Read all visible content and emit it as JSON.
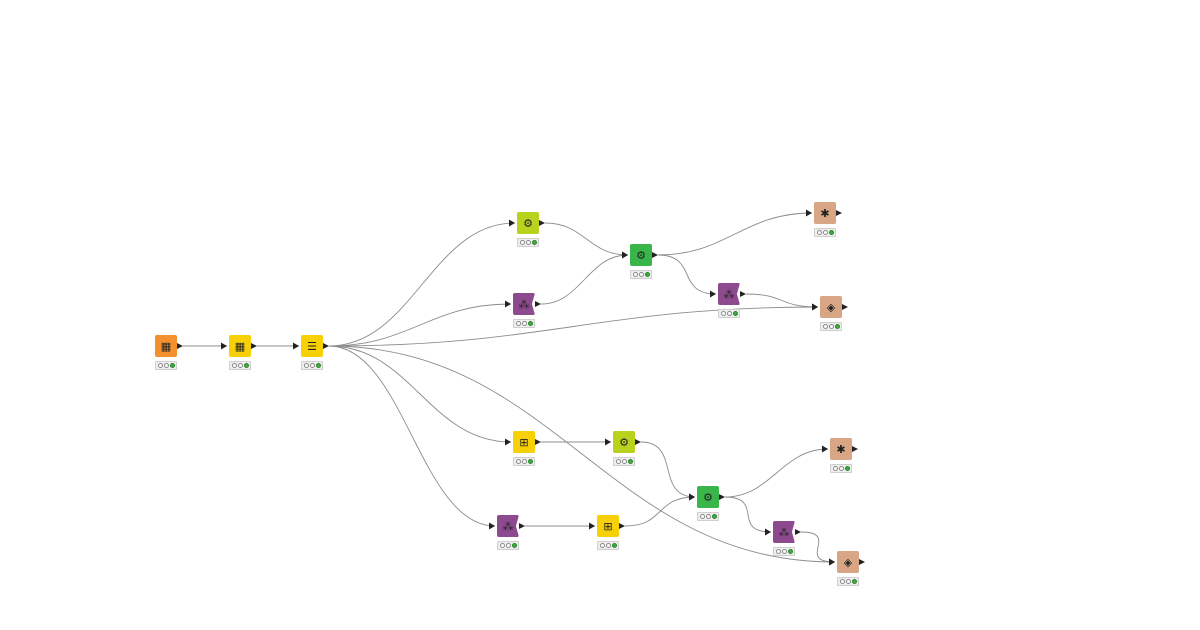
{
  "colors": {
    "reader": "#f4912e",
    "manipulator": "#f7d007",
    "learner": "#b9d21e",
    "predictor": "#39b54a",
    "scorer": "#8e4a8e",
    "visualizer": "#d8a684",
    "connection": "#8c8c8c",
    "status_on": "#3aae3a"
  },
  "workflow": {
    "nodes": [
      {
        "id": "n1",
        "kind": "reader",
        "icon": "table-reader-icon",
        "glyph": "▦",
        "status": "executed"
      },
      {
        "id": "n2",
        "kind": "manipulator",
        "icon": "column-filter-icon",
        "glyph": "▦",
        "status": "executed"
      },
      {
        "id": "n3",
        "kind": "manipulator",
        "icon": "partitioning-icon",
        "glyph": "☰",
        "status": "executed"
      },
      {
        "id": "n4",
        "kind": "learner",
        "icon": "learner-icon",
        "glyph": "⚙",
        "status": "executed"
      },
      {
        "id": "n5",
        "kind": "scorer",
        "icon": "scorer-icon",
        "glyph": "⁂",
        "status": "executed"
      },
      {
        "id": "n6",
        "kind": "predictor",
        "icon": "predictor-icon",
        "glyph": "⚙",
        "status": "executed"
      },
      {
        "id": "n7",
        "kind": "visualizer",
        "icon": "model-view-icon",
        "glyph": "✱",
        "status": "executed"
      },
      {
        "id": "n8",
        "kind": "scorer",
        "icon": "scorer-icon",
        "glyph": "⁂",
        "status": "executed"
      },
      {
        "id": "n9",
        "kind": "visualizer",
        "icon": "view-icon",
        "glyph": "◈",
        "status": "executed"
      },
      {
        "id": "n10",
        "kind": "manipulator",
        "icon": "transform-icon",
        "glyph": "⊞",
        "status": "executed"
      },
      {
        "id": "n11",
        "kind": "learner",
        "icon": "learner-icon",
        "glyph": "⚙",
        "status": "executed"
      },
      {
        "id": "n12",
        "kind": "visualizer",
        "icon": "model-view-icon",
        "glyph": "✱",
        "status": "executed"
      },
      {
        "id": "n13",
        "kind": "scorer",
        "icon": "scorer-icon",
        "glyph": "⁂",
        "status": "executed"
      },
      {
        "id": "n14",
        "kind": "manipulator",
        "icon": "transform-icon",
        "glyph": "⊞",
        "status": "executed"
      },
      {
        "id": "n15",
        "kind": "predictor",
        "icon": "predictor-icon",
        "glyph": "⚙",
        "status": "executed"
      },
      {
        "id": "n16",
        "kind": "scorer",
        "icon": "scorer-icon",
        "glyph": "⁂",
        "status": "executed"
      },
      {
        "id": "n17",
        "kind": "visualizer",
        "icon": "view-icon",
        "glyph": "◈",
        "status": "executed"
      }
    ],
    "connections": [
      [
        "n1",
        "n2"
      ],
      [
        "n2",
        "n3"
      ],
      [
        "n3",
        "n4"
      ],
      [
        "n3",
        "n5"
      ],
      [
        "n3",
        "n9"
      ],
      [
        "n4",
        "n6"
      ],
      [
        "n5",
        "n6"
      ],
      [
        "n6",
        "n7"
      ],
      [
        "n6",
        "n8"
      ],
      [
        "n8",
        "n9"
      ],
      [
        "n3",
        "n10"
      ],
      [
        "n10",
        "n11"
      ],
      [
        "n3",
        "n13"
      ],
      [
        "n13",
        "n14"
      ],
      [
        "n11",
        "n15"
      ],
      [
        "n14",
        "n15"
      ],
      [
        "n15",
        "n12"
      ],
      [
        "n15",
        "n16"
      ],
      [
        "n16",
        "n17"
      ],
      [
        "n3",
        "n17"
      ]
    ]
  }
}
